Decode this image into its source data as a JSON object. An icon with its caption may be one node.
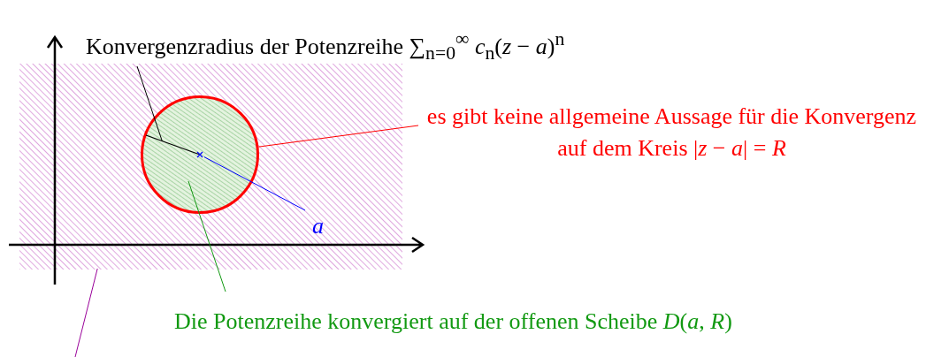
{
  "diagram": {
    "nodes": [
      {
        "text": [
          "Konvergenzradius der Potenzreihe ∑$_{n=0}$$^{∞}$ *c*$_{n}$(*z* − *a*)$^{n}$"
        ]
      },
      {
        "text": [],
        "shape": "box"
      },
      {
        "text": [],
        "shape": "circle",
        "in": 1
      },
      {
        "text": [],
        "shape": "line",
        "in": 2
      },
      {
        "text": [],
        "shape": "cross",
        "in": 2
      },
      {
        "text": [
          "es gibt keine allgemeine Aussage für die Konvergenz auf dem Kreis |*z* − *a*| = *R*"
        ]
      },
      {
        "text": [
          "*a*"
        ],
        "in": 1
      },
      {
        "text": [
          "Die Potenzreihe konvergiert auf der offenen Scheibe *D*(*a*, *R*)"
        ]
      }
    ],
    "edges": [
      {
        "from": 0,
        "to": 3,
        "arrow": "none"
      },
      {
        "from": 5,
        "to": 2,
        "arrow": "none",
        "color": "#ff0000"
      },
      {
        "from": 6,
        "to": 4,
        "arrow": "none",
        "color": "#0000ff"
      },
      {
        "from": 7,
        "to": 2,
        "arrow": "none",
        "color": "#119911"
      },
      {
        "from": null,
        "to": 1,
        "arrow": "none",
        "color": "#990099"
      }
    ]
  }
}
